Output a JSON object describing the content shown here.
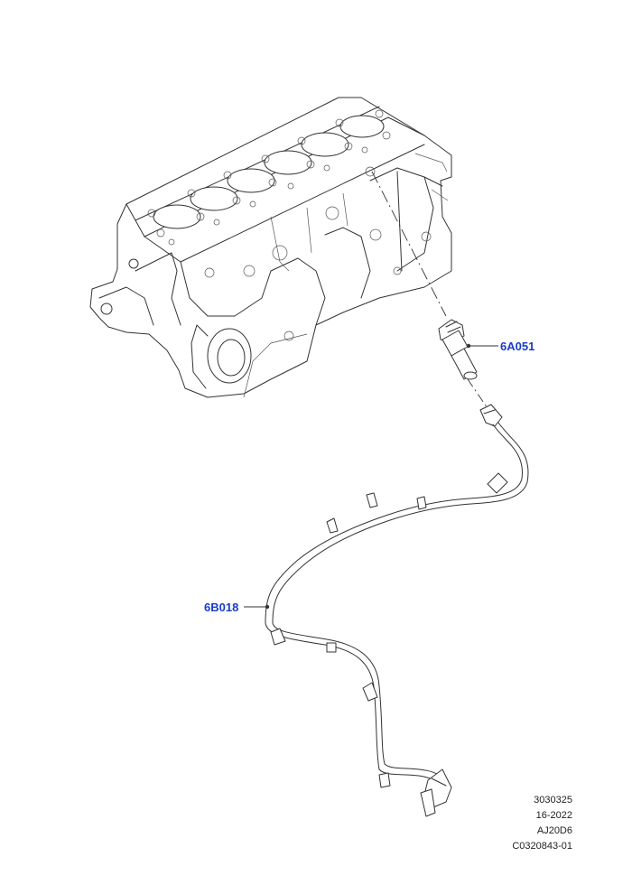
{
  "callouts": {
    "sensor": {
      "label": "6A051"
    },
    "harness": {
      "label": "6B018"
    }
  },
  "drawing_info": {
    "line1": "3030325",
    "line2": "16-2022",
    "line3": "AJ20D6",
    "line4": "C0320843-01"
  },
  "colors": {
    "callout": "#1a3cc8",
    "linework": "#333333"
  }
}
